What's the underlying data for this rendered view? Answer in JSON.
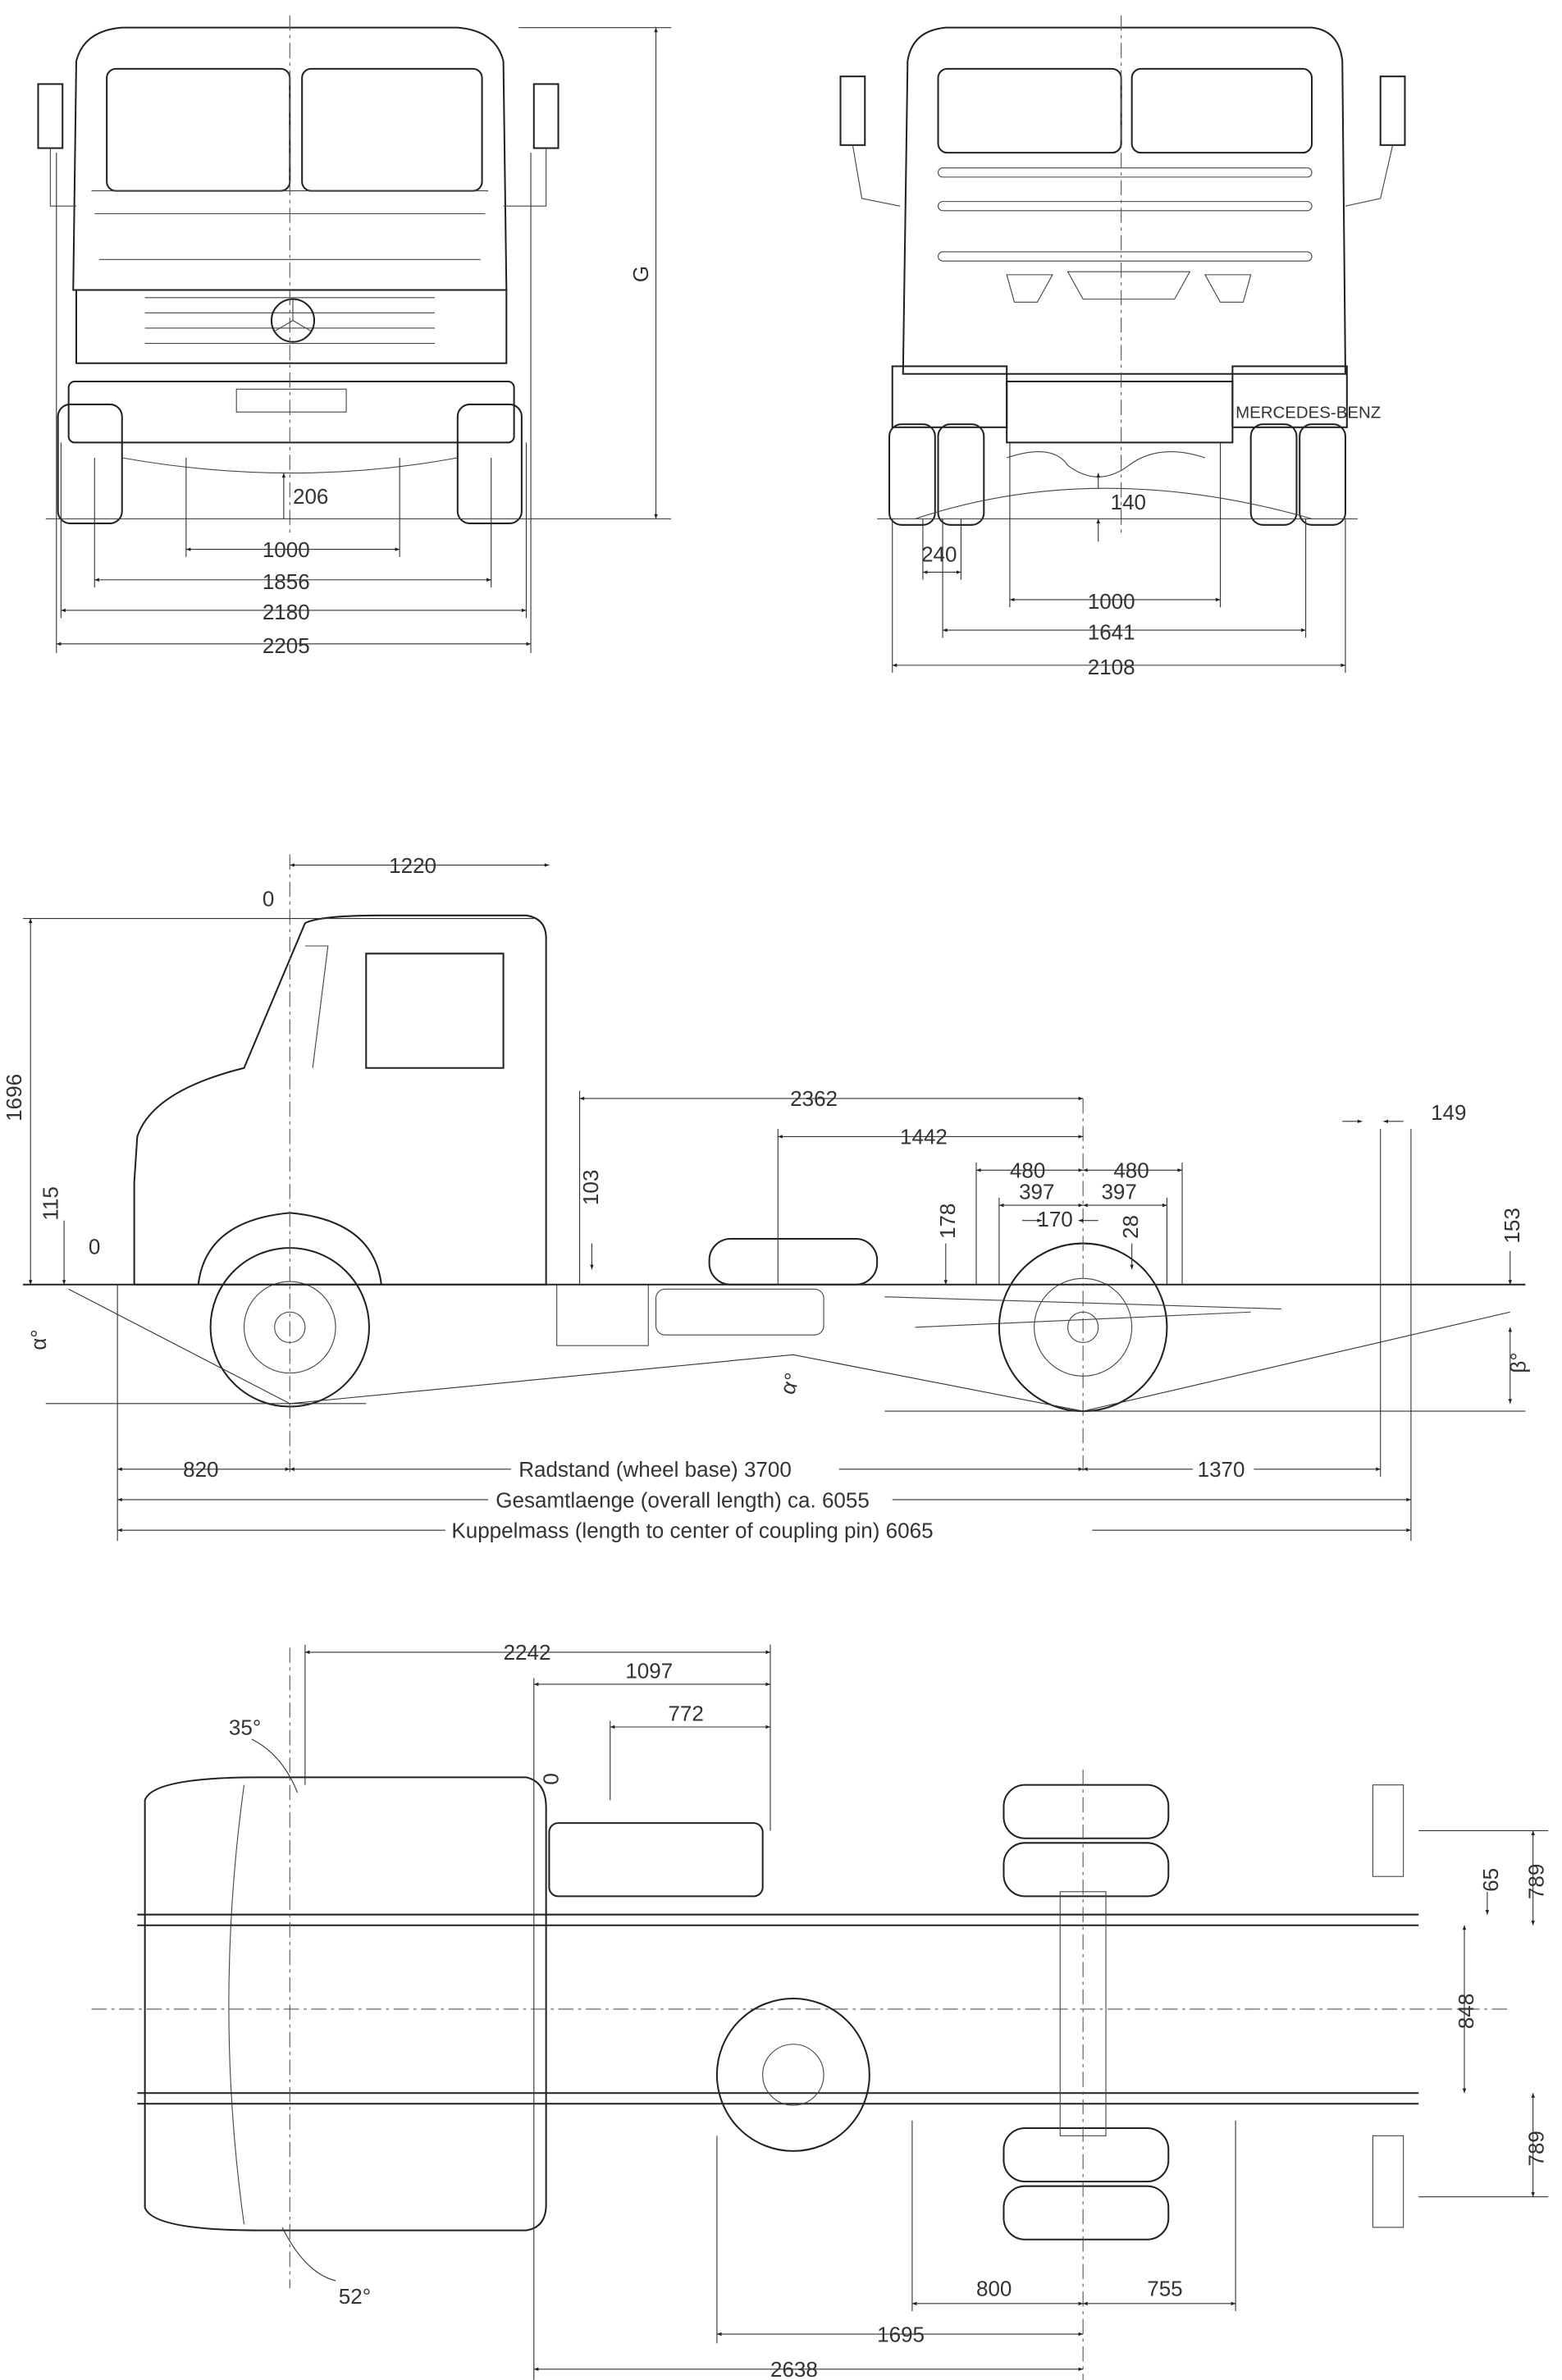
{
  "front_view": {
    "height_label": "G",
    "ground_clearance": "206",
    "frame_width": "1000",
    "track": "1856",
    "width_body": "2180",
    "width_mirrors": "2205"
  },
  "rear_view": {
    "brand_plate": "MERCEDES-BENZ",
    "ground_clearance": "140",
    "tire_width": "240",
    "frame_width": "1000",
    "track": "1641",
    "overall_width": "2108"
  },
  "side_view": {
    "cab_origin": "0",
    "cab_to_axle": "1220",
    "cab_height": "1696",
    "frame_height": "115",
    "frame_zero": "0",
    "dim_2362": "2362",
    "dim_1442": "1442",
    "dim_480_front": "480",
    "dim_480_rear": "480",
    "dim_397_front": "397",
    "dim_397_rear": "397",
    "dim_170": "170",
    "dim_28": "28",
    "dim_178": "178",
    "dim_103": "103",
    "dim_149": "149",
    "dim_153": "153",
    "approach_angle": "α°",
    "ramp_angle": "α°",
    "departure_angle": "β°",
    "front_overhang": "820",
    "wheelbase": "Radstand (wheel base) 3700",
    "rear_overhang": "1370",
    "overall_length": "Gesamtlaenge (overall length) ca. 6055",
    "coupling_length": "Kuppelmass (length to center of coupling pin) 6065"
  },
  "top_view": {
    "dim_2242": "2242",
    "dim_1097": "1097",
    "dim_772": "772",
    "steer_angle_outer": "35°",
    "steer_angle_inner": "52°",
    "dim_800": "800",
    "dim_755": "755",
    "dim_1695": "1695",
    "dim_2638": "2638",
    "dim_65": "65",
    "dim_789_top": "789",
    "dim_848": "848",
    "dim_789_bottom": "789",
    "dim_0": "0"
  }
}
